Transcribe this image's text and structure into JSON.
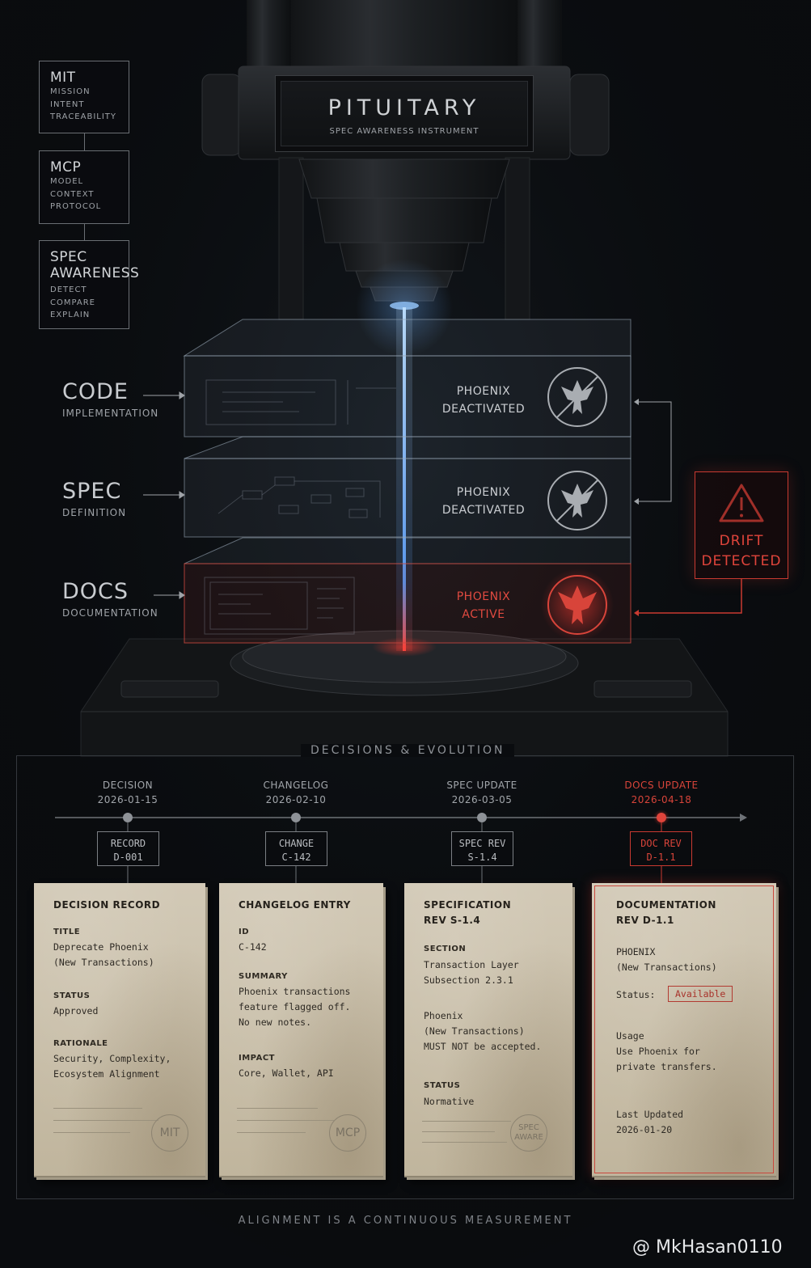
{
  "concepts": [
    {
      "title": "MIT",
      "lines": [
        "MISSION",
        "INTENT",
        "TRACEABILITY"
      ]
    },
    {
      "title": "MCP",
      "lines": [
        "MODEL",
        "CONTEXT",
        "PROTOCOL"
      ]
    },
    {
      "title": "SPEC\nAWARENESS",
      "lines": [
        "DETECT",
        "COMPARE",
        "EXPLAIN"
      ]
    }
  ],
  "instrument": {
    "name": "PITUITARY",
    "subtitle": "SPEC AWARENESS INSTRUMENT"
  },
  "layers": [
    {
      "name": "CODE",
      "sub": "IMPLEMENTATION",
      "status_line1": "PHOENIX",
      "status_line2": "DEACTIVATED",
      "state": "inactive",
      "icon": "phoenix-crossed-icon"
    },
    {
      "name": "SPEC",
      "sub": "DEFINITION",
      "status_line1": "PHOENIX",
      "status_line2": "DEACTIVATED",
      "state": "inactive",
      "icon": "phoenix-crossed-icon"
    },
    {
      "name": "DOCS",
      "sub": "DOCUMENTATION",
      "status_line1": "PHOENIX",
      "status_line2": "ACTIVE",
      "state": "active",
      "icon": "phoenix-icon"
    }
  ],
  "drift": {
    "line1": "DRIFT",
    "line2": "DETECTED",
    "icon": "warning-icon"
  },
  "panel_title": "DECISIONS & EVOLUTION",
  "timeline": [
    {
      "event": "DECISION",
      "date": "2026-01-15",
      "tag1": "RECORD",
      "tag2": "D-001",
      "highlight": false
    },
    {
      "event": "CHANGELOG",
      "date": "2026-02-10",
      "tag1": "CHANGE",
      "tag2": "C-142",
      "highlight": false
    },
    {
      "event": "SPEC UPDATE",
      "date": "2026-03-05",
      "tag1": "SPEC REV",
      "tag2": "S-1.4",
      "highlight": false
    },
    {
      "event": "DOCS UPDATE",
      "date": "2026-04-18",
      "tag1": "DOC REV",
      "tag2": "D-1.1",
      "highlight": true
    }
  ],
  "cards": {
    "decision": {
      "heading": "DECISION RECORD",
      "title_label": "TITLE",
      "title_value": "Deprecate Phoenix\n(New Transactions)",
      "status_label": "STATUS",
      "status_value": "Approved",
      "rationale_label": "RATIONALE",
      "rationale_value": "Security, Complexity,\nEcosystem Alignment",
      "stamp": "MIT"
    },
    "changelog": {
      "heading": "CHANGELOG ENTRY",
      "id_label": "ID",
      "id_value": "C-142",
      "summary_label": "SUMMARY",
      "summary_value": "Phoenix transactions\nfeature flagged off.\nNo new notes.",
      "impact_label": "IMPACT",
      "impact_value": "Core, Wallet, API",
      "stamp": "MCP"
    },
    "spec": {
      "heading": "SPECIFICATION\nREV S-1.4",
      "section_label": "SECTION",
      "section_value": "Transaction Layer\nSubsection 2.3.1",
      "body_value": "Phoenix\n(New Transactions)\nMUST NOT be accepted.",
      "status_label": "STATUS",
      "status_value": "Normative",
      "stamp_line1": "SPEC",
      "stamp_line2": "AWARE"
    },
    "docs": {
      "heading": "DOCUMENTATION\nREV D-1.1",
      "phoenix_value": "PHOENIX\n(New Transactions)",
      "status_label": "Status:",
      "status_badge": "Available",
      "usage_value": "Usage\nUse Phoenix for\nprivate transfers.",
      "updated_value": "Last Updated\n2026-01-20"
    }
  },
  "footer": "ALIGNMENT IS A CONTINUOUS MEASUREMENT",
  "credit": "@ MkHasan0110",
  "colors": {
    "alert": "#d8443a",
    "beam": "#7fb8ff",
    "paper": "#c9bfaa",
    "background": "#0a0c0f"
  }
}
